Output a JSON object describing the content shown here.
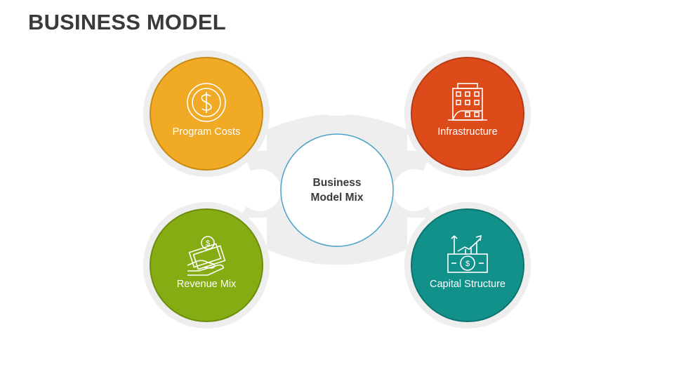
{
  "page": {
    "title": "BUSINESS MODEL"
  },
  "center": {
    "line1": "Business",
    "line2": "Model Mix"
  },
  "nodes": [
    {
      "label": "Program Costs",
      "color": "#F0AA26",
      "icon": "dollar-coin-icon"
    },
    {
      "label": "Infrastructure",
      "color": "#DD4B1B",
      "icon": "building-icon"
    },
    {
      "label": "Revenue Mix",
      "color": "#86AC13",
      "icon": "money-hand-icon"
    },
    {
      "label": "Capital Structure",
      "color": "#12918A",
      "icon": "growth-chart-icon"
    }
  ],
  "colors": {
    "blob": "#EEEEEE",
    "center_ring": "#4AA3C8",
    "title": "#3A3A3A"
  }
}
